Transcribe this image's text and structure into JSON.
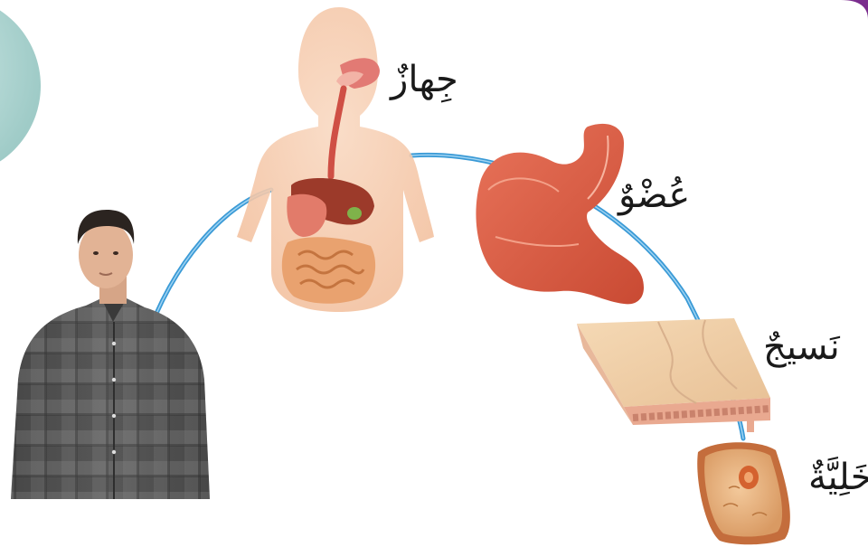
{
  "diagram": {
    "levels": [
      {
        "id": "organism",
        "label": "",
        "icon": "person-figure"
      },
      {
        "id": "system",
        "label": "جِهازٌ",
        "icon": "digestive-system"
      },
      {
        "id": "organ",
        "label": "عُضْوٌ",
        "icon": "stomach"
      },
      {
        "id": "tissue",
        "label": "نَسيجٌ",
        "icon": "tissue-block"
      },
      {
        "id": "cell",
        "label": "خَلِيَّةٌ",
        "icon": "cell"
      }
    ]
  },
  "colors": {
    "arc": "#3a9ad6",
    "skin": "#f6cfb2",
    "organ": "#d9573d",
    "label_mark": "#c0392b"
  }
}
